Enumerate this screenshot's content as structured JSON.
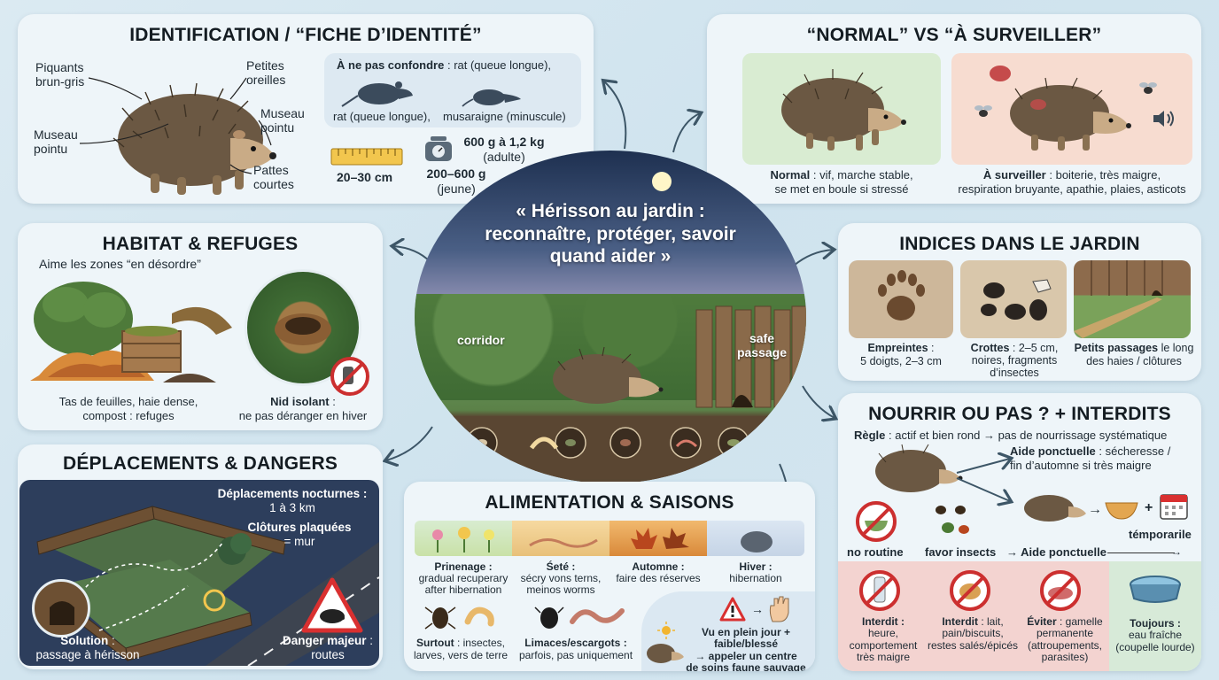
{
  "identification": {
    "title": "IDENTIFICATION / “FICHE D’IDENTITÉ”",
    "label_spines": "Piquants brun-gris",
    "label_ears": "Petites oreilles",
    "label_snout_right": "Museau pointu",
    "label_snout_left": "Museau pointu",
    "label_legs": "Pattes courtes",
    "confuse_heading": "À ne pas confondre",
    "confuse_rest": " : rat (queue longue),",
    "confuse_rat": "rat (queue longue),",
    "confuse_shrew": "musaraigne (minuscule)",
    "size": "20–30 cm",
    "weight_adult": "600 g à 1,2 kg",
    "weight_adult_note": "(adulte)",
    "weight_young": "200–600 g",
    "weight_young_note": "(jeune)"
  },
  "normal_vs": {
    "title": "“NORMAL” VS “À SURVEILLER”",
    "normal_head": "Normal",
    "normal_text": " : vif, marche stable,",
    "normal_text2": "se met en boule si stressé",
    "watch_head": "À surveiller",
    "watch_text": " : boiterie, très maigre,",
    "watch_text2": "respiration bruyante, apathie, plaies, asticots"
  },
  "center": {
    "title": "« Hérisson au jardin : reconnaître, protéger, savoir quand aider »",
    "corridor": "corridor",
    "safe_passage": "safe passage"
  },
  "habitat": {
    "title": "HABITAT & REFUGES",
    "subtitle": "Aime les zones “en désordre”",
    "caption1": "Tas de feuilles, haie dense,",
    "caption1b": "compost : refuges",
    "caption2_head": "Nid isolant",
    "caption2_rest": " :",
    "caption2b": "ne pas déranger en hiver"
  },
  "indices": {
    "title": "INDICES DANS LE JARDIN",
    "c1_head": "Empreintes",
    "c1_rest": " :",
    "c1b": "5 doigts, 2–3 cm",
    "c2_head": "Crottes",
    "c2_rest": " : 2–5 cm,",
    "c2b": "noires, fragments",
    "c2c": "d’insectes",
    "c3_head": "Petits passages",
    "c3_rest": " le long",
    "c3b": "des haies / clôtures"
  },
  "deplacements": {
    "title": "DÉPLACEMENTS & DANGERS",
    "l1": "Déplacements nocturnes :",
    "l1b": "1 à 3 km",
    "l2": "Clôtures plaquées",
    "l2b": "= mur",
    "sol_head": "Solution",
    "sol_rest": " :",
    "sol_b": "passage à hérisson",
    "dang_head": "Danger majeur",
    "dang_rest": " :",
    "dang_b": "routes"
  },
  "alimentation": {
    "title": "ALIMENTATION & SAISONS",
    "s1_head": "Prinenage :",
    "s1_b": "gradual recuperary",
    "s1_c": "after hibernation",
    "s2_head": "Śeté :",
    "s2_b": "sécry vons terns,",
    "s2_c": "meinos worms",
    "s3_head": "Automne :",
    "s3_b": "faire des réserves",
    "s4_head": "Hiver :",
    "s4_b": "hibernation",
    "f1_head": "Surtout",
    "f1_rest": " : insectes,",
    "f1_b": "larves, vers de terre",
    "f2_head": "Limaces/escargots :",
    "f2_b": "parfois, pas uniquement",
    "help_l1": "Vu en plein jour + faible/blessé",
    "help_l2": "→ appeler un centre",
    "help_l3": "de soins faune sauvage"
  },
  "nourrir": {
    "title": "NOURRIR OU PAS ? + INTERDITS",
    "rule_head": "Règle",
    "rule_rest": " : actif et bien rond → pas de nourrissage systématique",
    "aide_head": "Aide ponctuelle",
    "aide_rest": " : sécheresse /",
    "aide_b": "fin d’automne si très maigre",
    "temporaire": "témporarile",
    "no_routine": "no routine",
    "favor": "favor insects",
    "aide_arrow": "→ Aide ponctuelle",
    "i1_head": "Interdit :",
    "i1_b": "heure,",
    "i1_c": "comportement",
    "i1_d": "très maigre",
    "i2_head": "Interdit",
    "i2_rest": " : lait,",
    "i2_b": "pain/biscuits,",
    "i2_c": "restes salés/épicés",
    "i3_head": "Éviter",
    "i3_rest": " : gamelle",
    "i3_b": "permanente",
    "i3_c": "(attroupements,",
    "i3_d": "parasites)",
    "i4_head": "Toujours :",
    "i4_b": "eau fraîche",
    "i4_c": "(coupelle lourde)"
  },
  "colors": {
    "panel": "#eef5f9",
    "normal_bg": "#d9ecd2",
    "watch_bg": "#f7dcd0",
    "interdit_bg": "#f3d3d0",
    "toujours_bg": "#d7ead8",
    "night": "#2d3e5c"
  }
}
